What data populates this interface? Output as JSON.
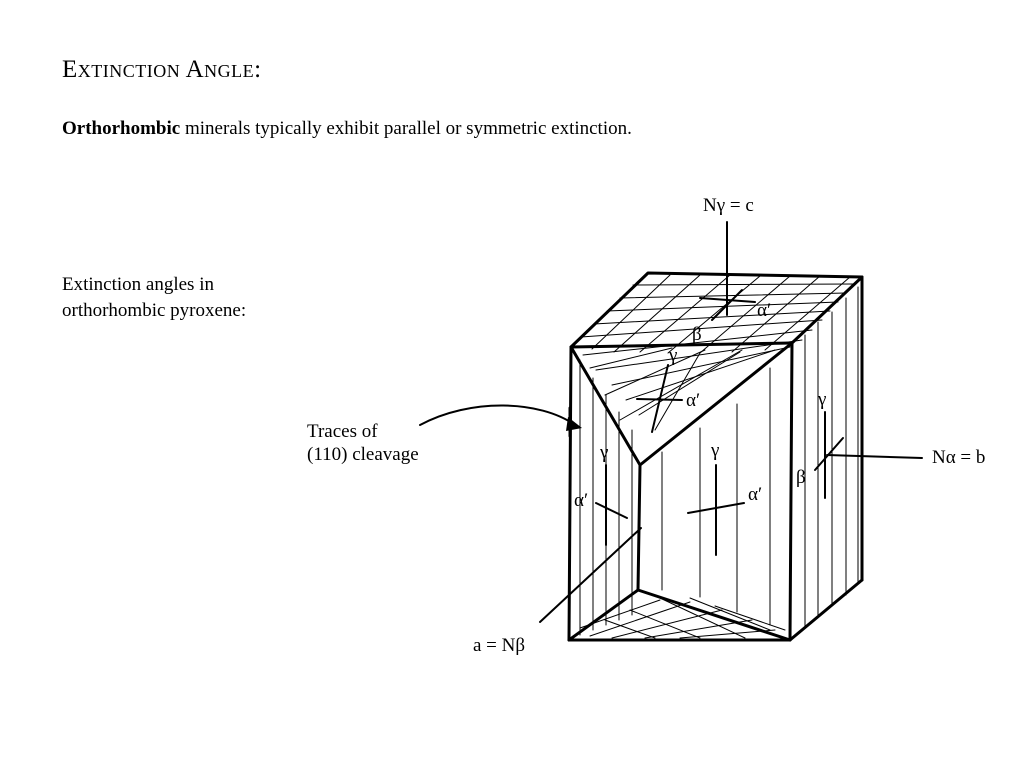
{
  "slide": {
    "title": "Extinction Angle:",
    "subtitle_bold": "Orthorhombic",
    "subtitle_rest": " minerals typically exhibit parallel or symmetric extinction.",
    "caption": "Extinction angles in orthorhombic pyroxene:"
  },
  "diagram": {
    "label_top": "Nγ = c",
    "label_right": "Nα = b",
    "label_bottom": "a = Nβ",
    "label_traces_1": "Traces of",
    "label_traces_2": "(110) cleavage",
    "sym_alpha_prime": "α′",
    "sym_beta": "β",
    "sym_gamma": "γ"
  }
}
